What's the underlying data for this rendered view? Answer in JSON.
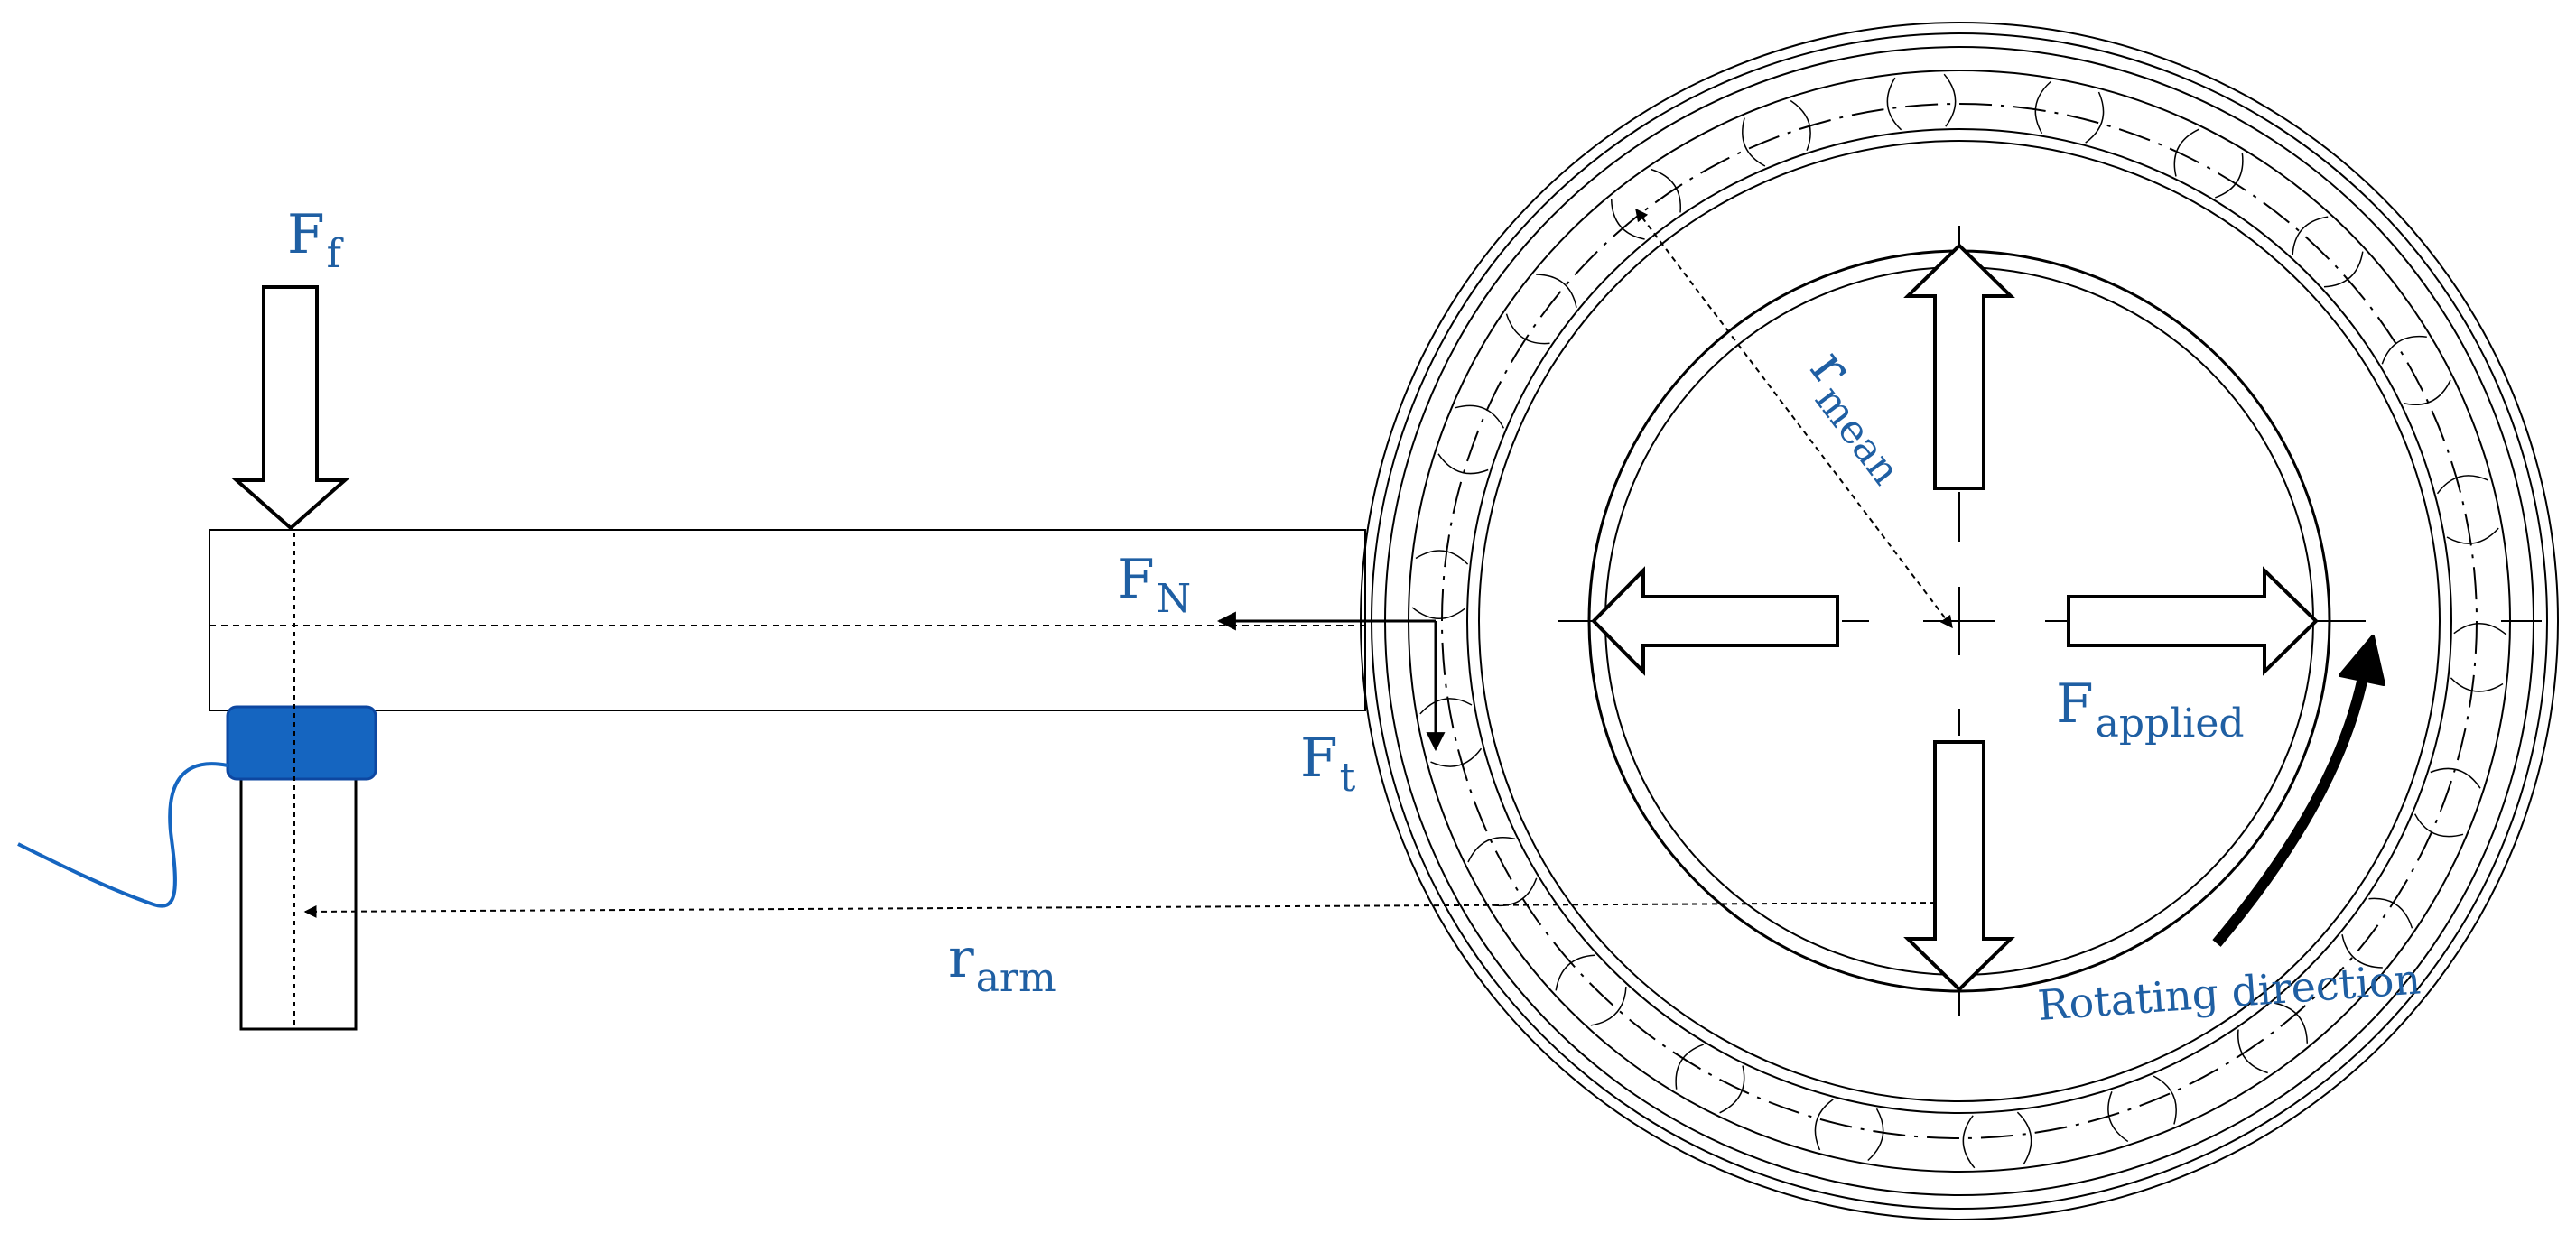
{
  "colors": {
    "label": "#1F5FA3",
    "sensor": "#1565C0",
    "line": "#000000"
  },
  "labels": {
    "f_f": {
      "main": "F",
      "sub": "f"
    },
    "f_n": {
      "main": "F",
      "sub": "N"
    },
    "f_t": {
      "main": "F",
      "sub": "t"
    },
    "f_applied": {
      "main": "F",
      "sub": "applied"
    },
    "r_arm": {
      "main": "r",
      "sub": "arm"
    },
    "r_mean": {
      "main": "r",
      "sub": "mean"
    },
    "rotating_direction": "Rotating  direction"
  }
}
